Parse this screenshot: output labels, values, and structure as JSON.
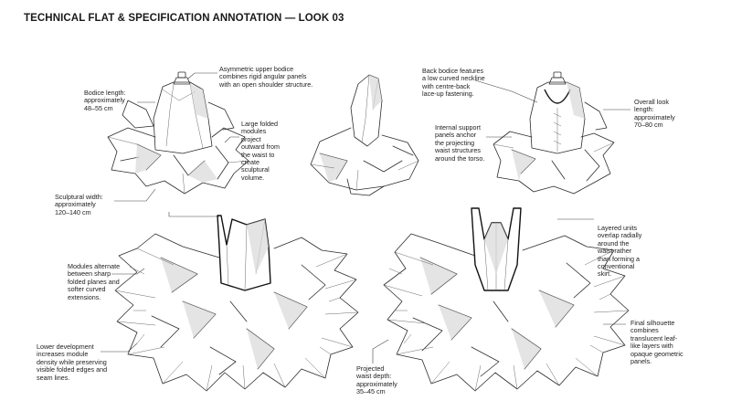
{
  "sheet": {
    "title": "TECHNICAL FLAT & SPECIFICATION ANNOTATION — LOOK 03"
  },
  "annotations": {
    "asymmetric_bodice": "Asymmetric upper bodice\ncombines rigid angular panels\nwith an open shoulder structure.",
    "bodice_length": "Bodice length:\napproximately\n48–55 cm",
    "folded_modules": "Large folded\nmodules\nproject\noutward from\nthe waist to\ncreate\nsculptural\nvolume.",
    "sculptural_width": "Sculptural width:\napproximately\n120–140 cm",
    "back_bodice": "Back bodice features\na low curved neckline\nwith centre-back\nlace-up fastening.",
    "internal_support": "Internal support\npanels anchor\nthe projecting\nwaist structures\naround the torso.",
    "overall_length": "Overall look\nlength:\napproximately\n70–80 cm",
    "modules_alternate": "Modules alternate\nbetween sharp\nfolded planes and\nsofter curved\nextensions.",
    "lower_development": "Lower development\nincreases module\ndensity while preserving\nvisible folded edges and\nseam lines.",
    "layered_units": "Layered units\noverlap radially\naround the\nwaist rather\nthan forming a\nconventional\nskirt.",
    "final_silhouette": "Final silhouette\ncombines\ntranslucent leaf-\nlike layers with\nopaque geometric\npanels.",
    "waist_depth": "Projected\nwaist depth:\napproximately\n35–45 cm"
  }
}
